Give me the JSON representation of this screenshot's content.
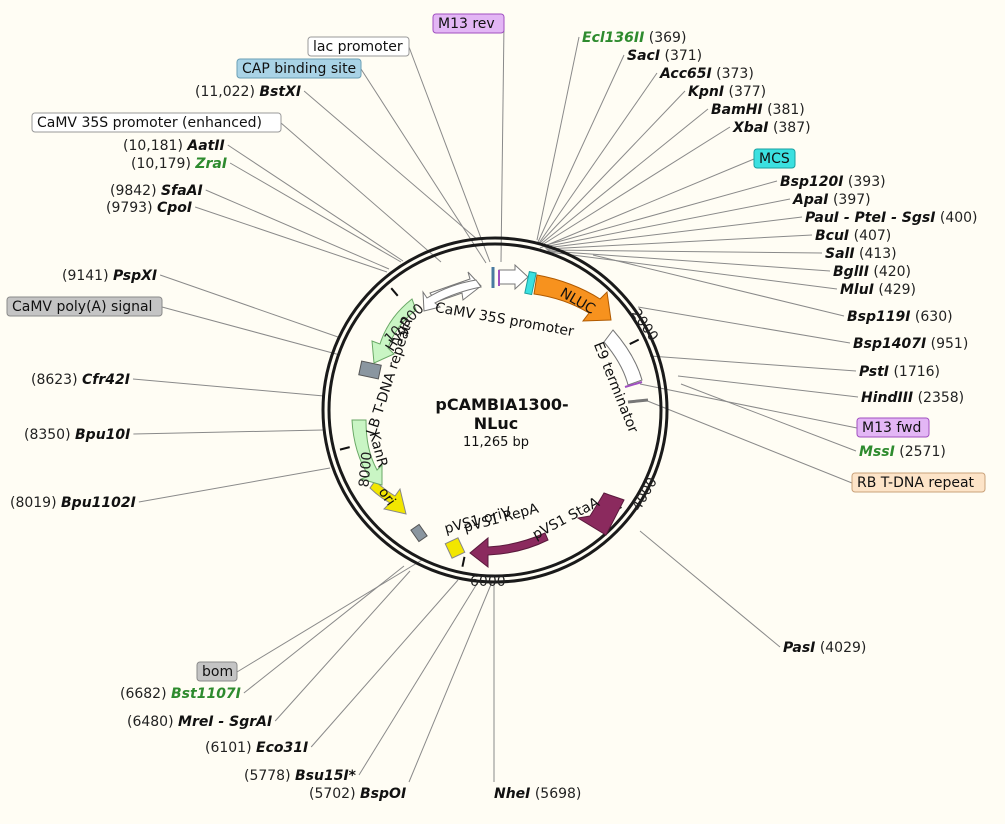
{
  "plasmid": {
    "name_line1": "pCAMBIA1300-",
    "name_line2": "NLuc",
    "size_label": "11,265 bp",
    "length": 11265
  },
  "ticks": [
    {
      "pos": 2000,
      "label": "2000"
    },
    {
      "pos": 4000,
      "label": "4000"
    },
    {
      "pos": 6000,
      "label": "6000"
    },
    {
      "pos": 8000,
      "label": "8000"
    },
    {
      "pos": 10000,
      "label": "10,000"
    }
  ],
  "features": [
    {
      "name": "CaMV 35S promoter",
      "label_style": "text",
      "color": "#ffffff"
    },
    {
      "name": "NLUC",
      "label_style": "inside",
      "color": "#f7921e"
    },
    {
      "name": "E9 terminator",
      "label_style": "text",
      "color": "#ffffff"
    },
    {
      "name": "pVS1 StaA",
      "label_style": "text",
      "color": "#8b2a5e"
    },
    {
      "name": "pVS1 RepA",
      "label_style": "text",
      "color": "#8b2a5e"
    },
    {
      "name": "pVS1 oriV",
      "label_style": "text",
      "color": "#f2e600"
    },
    {
      "name": "ori",
      "label_style": "inside",
      "color": "#f2e600"
    },
    {
      "name": "KanR",
      "label_style": "text",
      "color": "#c9f5c4"
    },
    {
      "name": "LB T-DNA repeat",
      "label_style": "text",
      "color": "#8a96a0"
    },
    {
      "name": "HygR",
      "label_style": "inside",
      "color": "#c9f5c4"
    },
    {
      "name": "CaMV 35S promoter",
      "label_style": "text",
      "color": "#ffffff"
    }
  ],
  "boxed_labels": [
    {
      "id": "m13rev",
      "text": "M13 rev",
      "bg": "#e3b6f5",
      "border": "#a050c0"
    },
    {
      "id": "lac",
      "text": "lac promoter",
      "bg": "#ffffff",
      "border": "#999999"
    },
    {
      "id": "cap",
      "text": "CAP binding site",
      "bg": "#a9d3e6",
      "border": "#6a9fb5"
    },
    {
      "id": "camv_enh",
      "text": "CaMV 35S promoter (enhanced)",
      "bg": "#ffffff",
      "border": "#999999"
    },
    {
      "id": "polya",
      "text": "CaMV poly(A) signal",
      "bg": "#c4c4c4",
      "border": "#8a8a8a"
    },
    {
      "id": "mcs",
      "text": "MCS",
      "bg": "#3be0e0",
      "border": "#1aa0a0"
    },
    {
      "id": "m13fwd",
      "text": "M13 fwd",
      "bg": "#e3b6f5",
      "border": "#a050c0"
    },
    {
      "id": "rb",
      "text": "RB T-DNA repeat",
      "bg": "#fde4c8",
      "border": "#c9a27a"
    },
    {
      "id": "bom",
      "text": "bom",
      "bg": "#c4c4c4",
      "border": "#8a8a8a"
    }
  ],
  "enzymes": [
    {
      "id": "ecl136ii",
      "name": "Ecl136II",
      "pos": "(369)",
      "green": true
    },
    {
      "id": "saci",
      "name": "SacI",
      "pos": "(371)",
      "green": false
    },
    {
      "id": "acc65i",
      "name": "Acc65I",
      "pos": "(373)",
      "green": false
    },
    {
      "id": "kpni",
      "name": "KpnI",
      "pos": "(377)",
      "green": false
    },
    {
      "id": "bamhi",
      "name": "BamHI",
      "pos": "(381)",
      "green": false
    },
    {
      "id": "xbai",
      "name": "XbaI",
      "pos": "(387)",
      "green": false
    },
    {
      "id": "bsp120i",
      "name": "Bsp120I",
      "pos": "(393)",
      "green": false
    },
    {
      "id": "apai",
      "name": "ApaI",
      "pos": "(397)",
      "green": false
    },
    {
      "id": "paui",
      "name": "PauI - PteI - SgsI",
      "pos": "(400)",
      "green": false
    },
    {
      "id": "bcui",
      "name": "BcuI",
      "pos": "(407)",
      "green": false
    },
    {
      "id": "sali",
      "name": "SalI",
      "pos": "(413)",
      "green": false
    },
    {
      "id": "bglii",
      "name": "BglII",
      "pos": "(420)",
      "green": false
    },
    {
      "id": "mlui",
      "name": "MluI",
      "pos": "(429)",
      "green": false
    },
    {
      "id": "bsp119i",
      "name": "Bsp119I",
      "pos": "(630)",
      "green": false
    },
    {
      "id": "bsp1407i",
      "name": "Bsp1407I",
      "pos": "(951)",
      "green": false
    },
    {
      "id": "psti",
      "name": "PstI",
      "pos": "(1716)",
      "green": false
    },
    {
      "id": "hindiii",
      "name": "HindIII",
      "pos": "(2358)",
      "green": false
    },
    {
      "id": "mssi",
      "name": "MssI",
      "pos": "(2571)",
      "green": true
    },
    {
      "id": "pasi",
      "name": "PasI",
      "pos": "(4029)",
      "green": false
    },
    {
      "id": "nhei",
      "name": "NheI",
      "pos": "(5698)",
      "green": false
    },
    {
      "id": "bspoi",
      "name": "BspOI",
      "pos": "(5702)",
      "green": false
    },
    {
      "id": "bsu15i",
      "name": "Bsu15I*",
      "pos": "(5778)",
      "green": false
    },
    {
      "id": "eco31i",
      "name": "Eco31I",
      "pos": "(6101)",
      "green": false
    },
    {
      "id": "mrei",
      "name": "MreI - SgrAI",
      "pos": "(6480)",
      "green": false
    },
    {
      "id": "bst1107i",
      "name": "Bst1107I",
      "pos": "(6682)",
      "green": true
    },
    {
      "id": "bpu1102i",
      "name": "Bpu1102I",
      "pos": "(8019)",
      "green": false
    },
    {
      "id": "bpu10i",
      "name": "Bpu10I",
      "pos": "(8350)",
      "green": false
    },
    {
      "id": "cfr42i",
      "name": "Cfr42I",
      "pos": "(8623)",
      "green": false
    },
    {
      "id": "pspxi",
      "name": "PspXI",
      "pos": "(9141)",
      "green": false
    },
    {
      "id": "cpoi",
      "name": "CpoI",
      "pos": "(9793)",
      "green": false
    },
    {
      "id": "sfaai",
      "name": "SfaAI",
      "pos": "(9842)",
      "green": false
    },
    {
      "id": "zrai",
      "name": "ZraI",
      "pos": "(10,179)",
      "green": true
    },
    {
      "id": "aatii",
      "name": "AatII",
      "pos": "(10,181)",
      "green": false
    },
    {
      "id": "bstxi",
      "name": "BstXI",
      "pos": "(11,022)",
      "green": false
    }
  ]
}
